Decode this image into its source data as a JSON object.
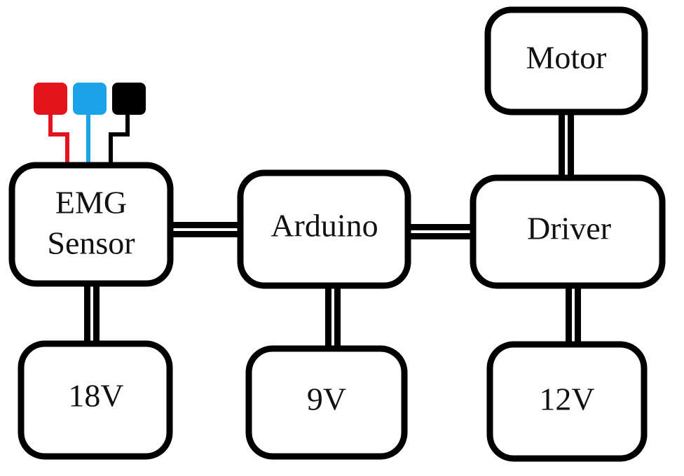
{
  "blocks": {
    "emg_sensor": {
      "line1": "EMG",
      "line2": "Sensor"
    },
    "arduino": {
      "label": "Arduino"
    },
    "driver": {
      "label": "Driver"
    },
    "motor": {
      "label": "Motor"
    },
    "supply_18v": {
      "label": "18V"
    },
    "supply_9v": {
      "label": "9V"
    },
    "supply_12v": {
      "label": "12V"
    }
  },
  "electrodes": {
    "colors": [
      "#e3141b",
      "#1aa3e8",
      "#000000"
    ]
  }
}
